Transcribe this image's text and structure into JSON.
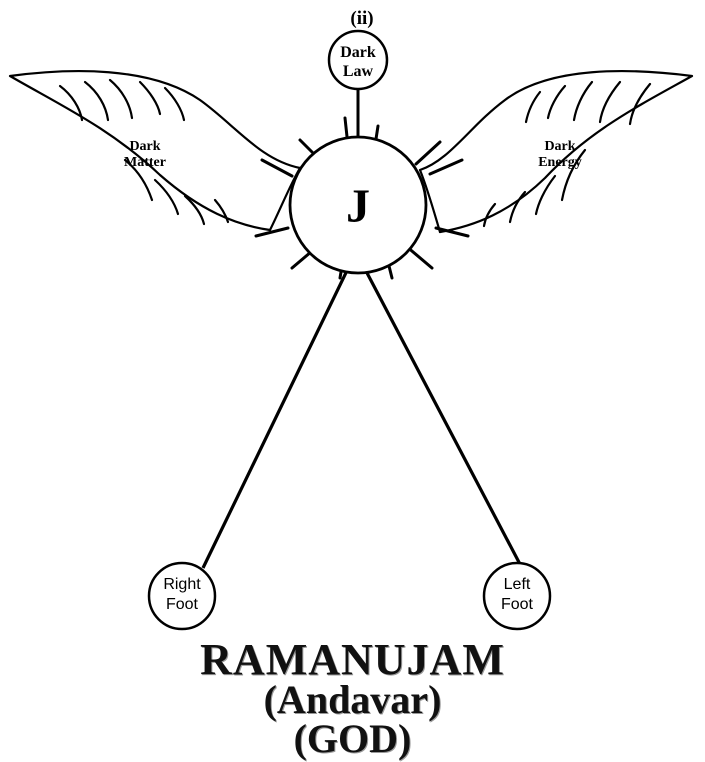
{
  "figure_label": "(ii)",
  "nodes": {
    "center": "J",
    "top": [
      "Dark",
      "Law"
    ],
    "left_wing": [
      "Dark",
      "Matter"
    ],
    "right_wing": [
      "Dark",
      "Energy"
    ],
    "right_foot": [
      "Right",
      "Foot"
    ],
    "left_foot": [
      "Left",
      "Foot"
    ]
  },
  "caption": {
    "line1": "RAMANUJAM",
    "line2": "(Andavar)",
    "line3": "(GOD)"
  }
}
